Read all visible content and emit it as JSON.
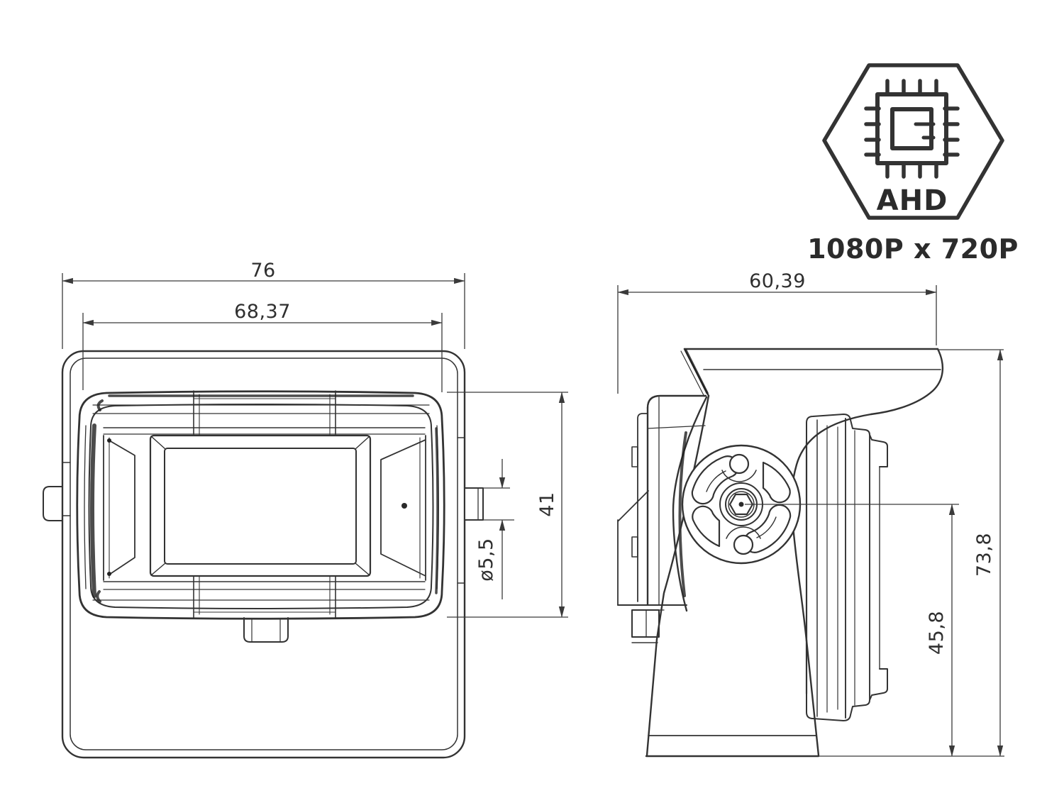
{
  "front_view": {
    "dims": {
      "outer_width": "76",
      "body_width": "68,37",
      "body_height": "41",
      "stud_diameter": "ø5,5"
    }
  },
  "side_view": {
    "dims": {
      "depth": "60,39",
      "total_height": "73,8",
      "pivot_to_base": "45,8"
    }
  },
  "badge": {
    "icon": "chip-icon",
    "chip_label": "AHD",
    "resolution": "1080P x 720P"
  },
  "colors": {
    "line": "#333333",
    "dim_line": "#3a3a3a",
    "text": "#2b2b2b",
    "background": "#ffffff"
  }
}
